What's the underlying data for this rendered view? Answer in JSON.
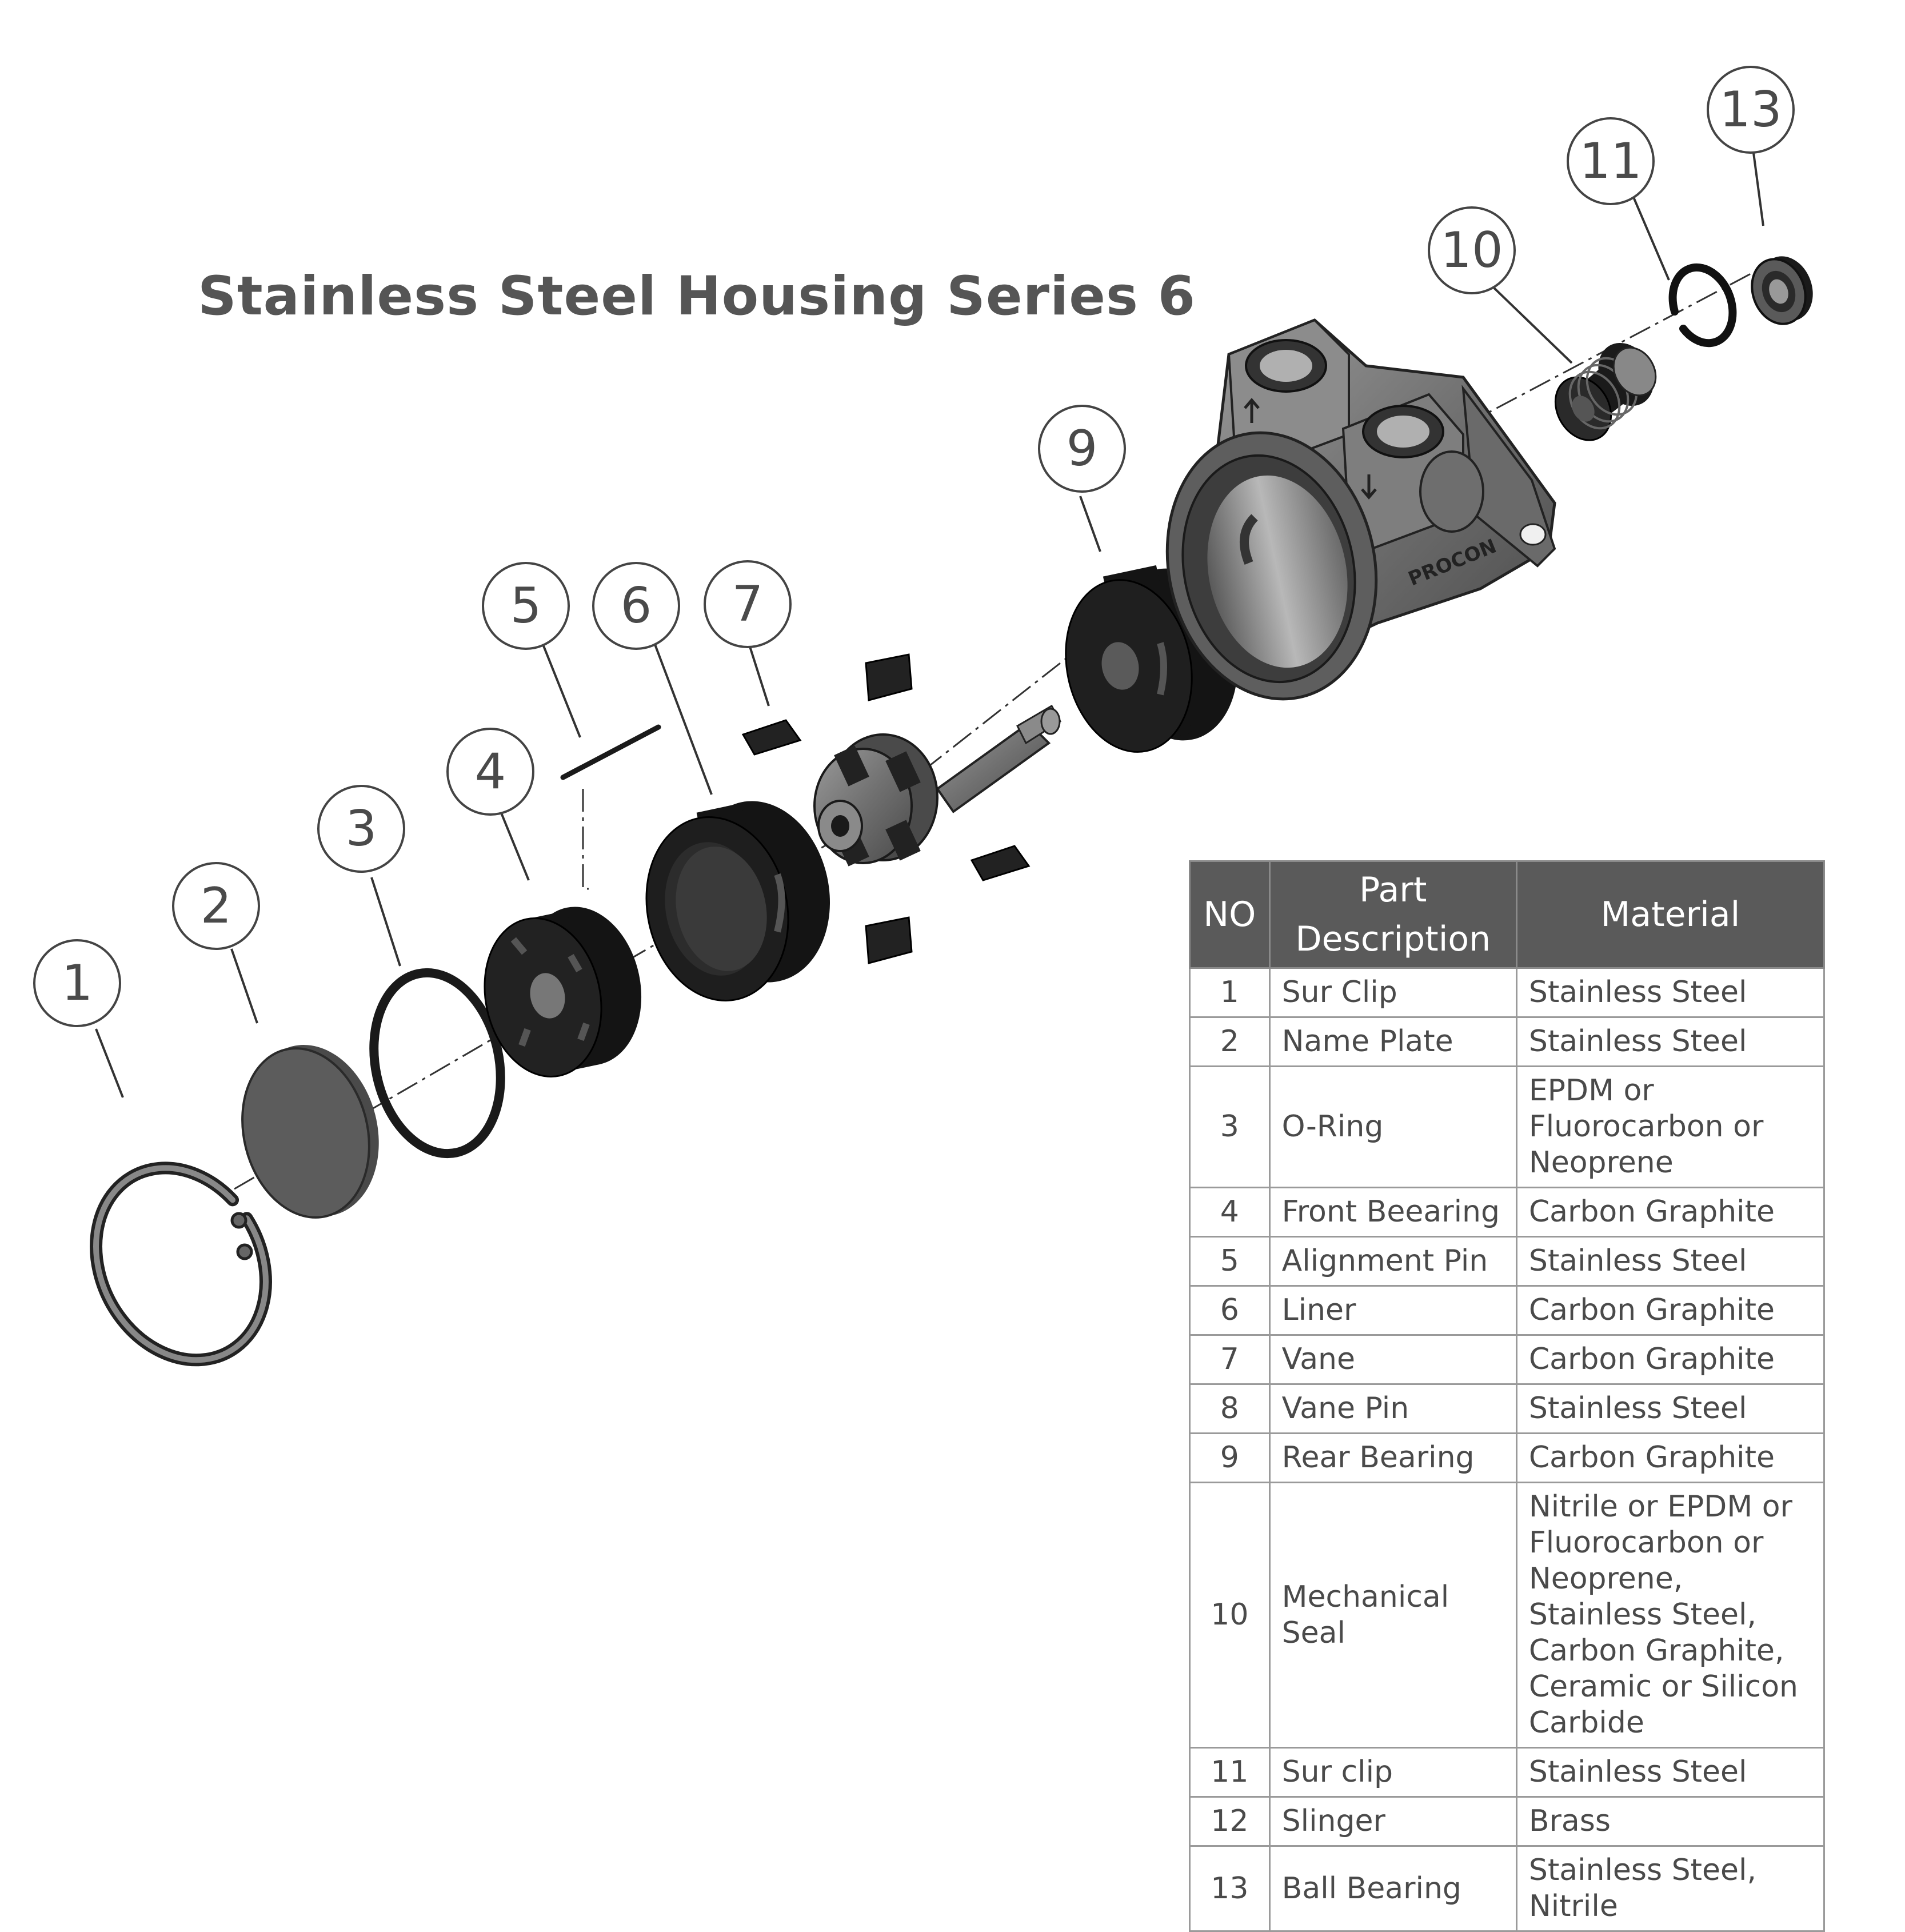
{
  "title": "Stainless Steel Housing Series 6",
  "callouts": [
    "1",
    "2",
    "3",
    "4",
    "5",
    "6",
    "7",
    "9",
    "10",
    "11",
    "13"
  ],
  "housing_brand": "PROCON",
  "table": {
    "headers": {
      "no": "NO",
      "description": "Part Description",
      "material": "Material"
    },
    "rows": [
      {
        "no": "1",
        "description": "Sur Clip",
        "material": "Stainless Steel"
      },
      {
        "no": "2",
        "description": "Name Plate",
        "material": "Stainless Steel"
      },
      {
        "no": "3",
        "description": "O-Ring",
        "material": "EPDM or Fluorocarbon or Neoprene"
      },
      {
        "no": "4",
        "description": "Front Beearing",
        "material": "Carbon Graphite"
      },
      {
        "no": "5",
        "description": "Alignment Pin",
        "material": "Stainless Steel"
      },
      {
        "no": "6",
        "description": "Liner",
        "material": "Carbon Graphite"
      },
      {
        "no": "7",
        "description": "Vane",
        "material": "Carbon Graphite"
      },
      {
        "no": "8",
        "description": "Vane Pin",
        "material": "Stainless Steel"
      },
      {
        "no": "9",
        "description": "Rear Bearing",
        "material": "Carbon Graphite"
      },
      {
        "no": "10",
        "description": "Mechanical Seal",
        "material": "Nitrile or EPDM or Fluorocarbon or Neoprene, Stainless Steel, Carbon Graphite, Ceramic or Silicon Carbide"
      },
      {
        "no": "11",
        "description": "Sur clip",
        "material": "Stainless Steel"
      },
      {
        "no": "12",
        "description": "Slinger",
        "material": "Brass"
      },
      {
        "no": "13",
        "description": "Ball Bearing",
        "material": "Stainless Steel, Nitrile"
      }
    ]
  },
  "colors": {
    "title": "#555555",
    "header_bg": "#5a5a5a",
    "part_dark": "#1e1e1e",
    "part_metal": "#7a7a7a"
  }
}
